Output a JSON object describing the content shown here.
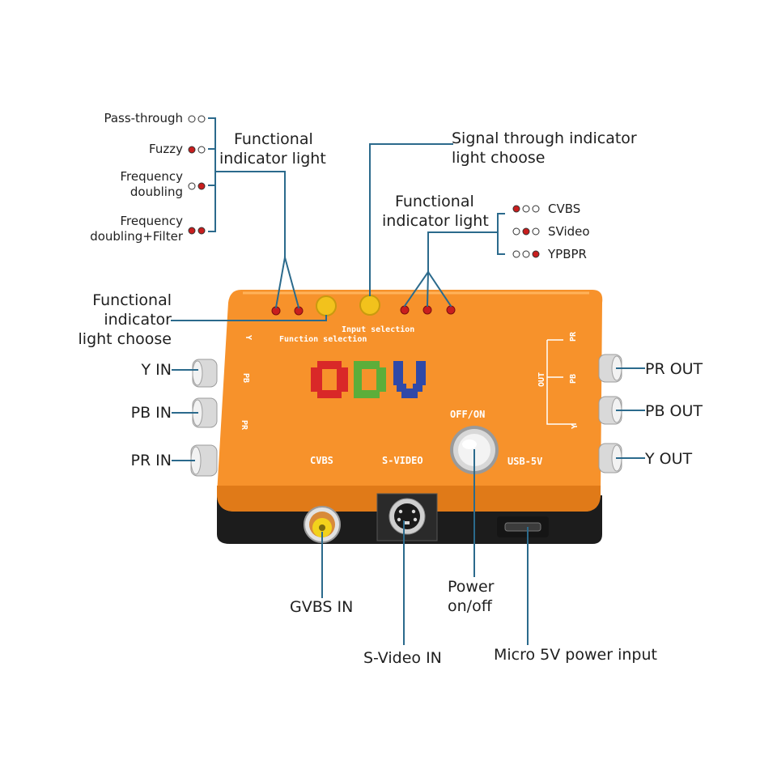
{
  "modes": {
    "passthrough": "Pass-through",
    "fuzzy": "Fuzzy",
    "freq_doubling": [
      "Frequency",
      "doubling"
    ],
    "freq_doubling_filter": [
      "Frequency",
      "doubling+Filter"
    ]
  },
  "functional_indicator_light_top": [
    "Functional",
    "indicator light"
  ],
  "signal_through_indicator": [
    "Signal through indicator",
    "light choose"
  ],
  "functional_indicator_light_right": [
    "Functional",
    "indicator light"
  ],
  "signals": {
    "cvbs": "CVBS",
    "svideo": "SVideo",
    "ypbpr": "YPBPR"
  },
  "functional_indicator_light_choose": [
    "Functional",
    "indicator",
    "light choose"
  ],
  "device": {
    "input_selection": "Input selection",
    "function_selection": "Function selection",
    "logo": "ODV",
    "off_on": "OFF/ON",
    "usb_5v": "USB-5V",
    "cvbs": "CVBS",
    "s_video": "S-VIDEO",
    "out": "OUT",
    "pr": "PR",
    "pb": "PB",
    "y": "Y"
  },
  "inputs": {
    "y_in": "Y IN",
    "pb_in": "PB IN",
    "pr_in": "PR IN"
  },
  "outputs": {
    "pr_out": "PR OUT",
    "pb_out": "PB OUT",
    "y_out": "Y OUT"
  },
  "bottom": {
    "gvbs_in": "GVBS IN",
    "svideo_in": "S-Video IN",
    "power": [
      "Power",
      "on/off"
    ],
    "micro_5v": "Micro 5V power input"
  },
  "colors": {
    "body": "#f7922b",
    "body_dark": "#e07a18",
    "base": "#1c1c1c",
    "line": "#2b6a8c",
    "led": "#c81e1e",
    "button_yellow": "#f2c21c",
    "logo_red": "#d92828",
    "logo_green": "#5cae3a",
    "logo_blue": "#2f49a8"
  }
}
